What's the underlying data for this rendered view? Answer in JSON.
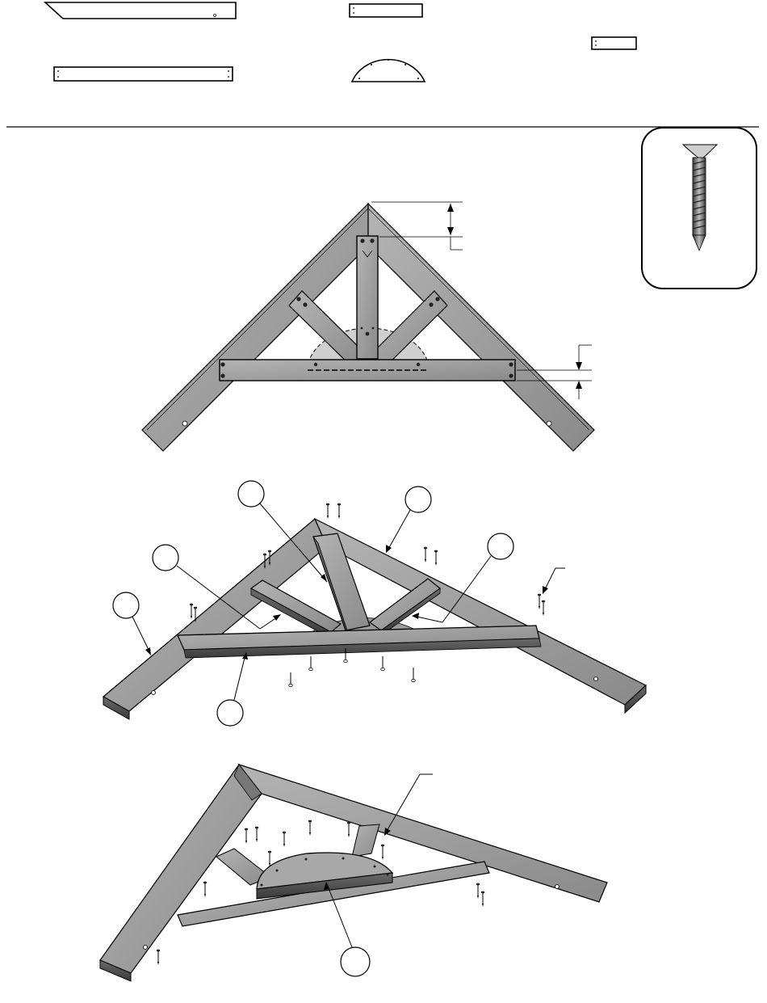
{
  "figure": {
    "parts_legend": {
      "items": [
        "angled-board",
        "short-block-top",
        "short-block-right",
        "long-board",
        "half-round-gusset"
      ]
    },
    "fastener": {
      "icon": "screw-icon"
    },
    "callouts": {
      "assembly_front": [
        "",
        "",
        "",
        "",
        "",
        ""
      ],
      "assembly_back": [
        ""
      ]
    },
    "colors": {
      "wood": "#8e8e8e",
      "wood_dark": "#4a4a4a",
      "wood_light": "#bcbcbc",
      "line": "#000000"
    }
  }
}
